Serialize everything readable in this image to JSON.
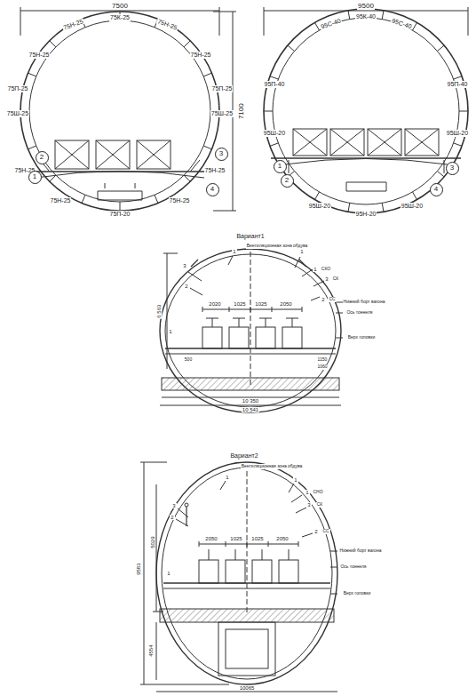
{
  "diagram": {
    "nodes": [
      {
        "text": [
          "1"
        ]
      },
      {
        "text": [
          "2"
        ]
      },
      {
        "text": [
          "3"
        ]
      },
      {
        "text": [
          "4"
        ]
      },
      {
        "text": [
          "1"
        ]
      },
      {
        "text": [
          "2"
        ]
      },
      {
        "text": [
          "3"
        ]
      },
      {
        "text": [
          "4"
        ]
      }
    ],
    "labels": [
      "7500",
      "7100",
      "75Н-25",
      "75К-25",
      "75Н-25",
      "75Н-25",
      "75Н-25",
      "75П-25",
      "75Ш-25",
      "75Ш-25",
      "75П-25",
      "75Н-25",
      "75Н-25",
      "75Н-25",
      "75П-20",
      "75Н-25",
      "9500",
      "95С-40",
      "95К-40",
      "95С-40",
      "95П-40",
      "95П-40",
      "95Ш-20",
      "95Ш-20",
      "95Ш-20",
      "95Н-20",
      "95Ш-20",
      "Вариант1",
      "Вентиляционная зона обдува",
      "1",
      "1",
      "1",
      "СКО",
      "3",
      "3",
      "СК",
      "2",
      "2",
      "СС",
      "2020",
      "1025",
      "1025",
      "2050",
      "6 563",
      "Нижний борт вагона",
      "Ось тоннеля",
      "Верх головки",
      "1150",
      "1060",
      "500",
      "10 350",
      "10 541",
      "1",
      "Вариант2",
      "Вентиляционная зона обдува",
      "1",
      "1",
      "1",
      "СНО",
      "3",
      "3",
      "СК",
      "2",
      "2",
      "СС",
      "2050",
      "1025",
      "1025",
      "2050",
      "Нижний борт вагона",
      "Ось тоннеля",
      "Верх головки",
      "5029",
      "9583",
      "4554",
      "10065",
      "1"
    ]
  }
}
